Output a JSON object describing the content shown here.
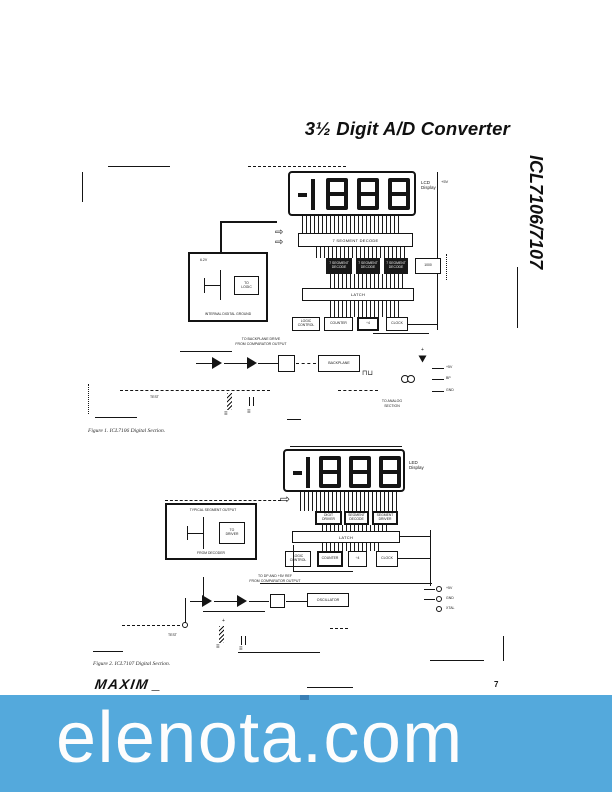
{
  "page": {
    "title": "3½ Digit A/D Converter",
    "part_number": "ICL7106/7107",
    "page_number": "7",
    "logo_text": "MAXIM",
    "logo_suffix": "_"
  },
  "fig1": {
    "caption": "Figure 1. ICL7106 Digital Section.",
    "display": {
      "value": "-1888",
      "label": "LCD\nDisplay"
    },
    "supply_label": "+5V",
    "decoder_bar": "7 SEGMENT DECODE",
    "seg_blocks": [
      "7 SEGMENT\nDECODE",
      "7 SEGMENT\nDECODE",
      "7 SEGMENT\nDECODE"
    ],
    "small_block": "1000",
    "latch_bar": "LATCH",
    "logic_blocks": [
      "LOGIC\nCONTROL",
      "COUNTER",
      "÷4",
      "CLOCK"
    ],
    "ground_box": {
      "top_label": "6.2V",
      "inner_label": "TO\nLOGIC",
      "bottom_label": "INTERNAL DIGITAL GROUND"
    },
    "osc_note": "TO BACKPLANE DRIVE\nFROM COMPARATOR OUTPUT",
    "osc_block": "BACKPLANE",
    "wave_symbol": "⊓⊔",
    "plus_label": "+",
    "analog_note": "TO ANALOG\nSECTION",
    "test_label": "TEST",
    "pins": [
      "+5V",
      "BP",
      "GND"
    ]
  },
  "fig2": {
    "caption": "Figure 2. ICL7107 Digital Section.",
    "display": {
      "value": "-1888",
      "label": "LED\nDisplay"
    },
    "driver_blocks": [
      "DIGIT\nDRIVER",
      "SEGMENT\nDECODE",
      "SEGMENT\nDRIVER"
    ],
    "latch_bar": "LATCH",
    "logic_blocks": [
      "LOGIC\nCONTROL",
      "COUNTER",
      "÷4",
      "CLOCK"
    ],
    "seg_box": {
      "top_label": "TYPICAL SEGMENT OUTPUT",
      "inner_label": "TO\nDRIVER",
      "bottom_label": "FROM DECODER"
    },
    "osc_note": "TO DP AND +5V REF\nFROM COMPARATOR OUTPUT",
    "osc_block": "OSCILLATOR",
    "plus_label": "+",
    "test_label": "TEST",
    "pins": [
      "+5V",
      "GND",
      "XTAL"
    ]
  },
  "banner": {
    "text": "elenota.com",
    "bg_color": "#54a9dc",
    "notch_color": "#3a7fb5",
    "text_color": "#fdfdfd"
  }
}
